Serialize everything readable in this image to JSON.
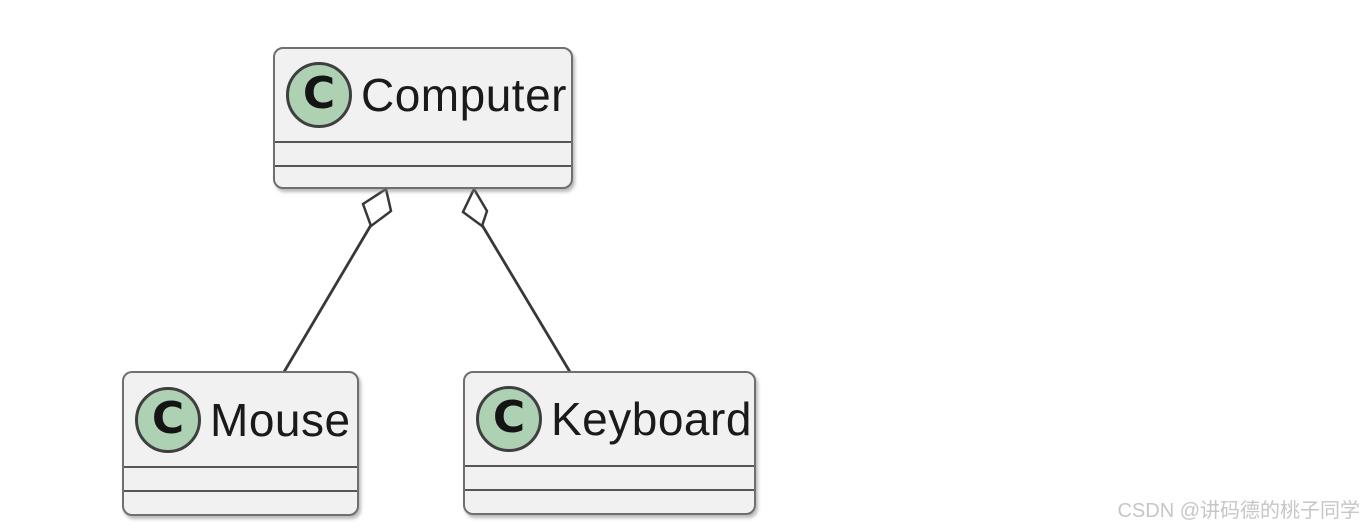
{
  "diagram": {
    "type": "uml-class-diagram",
    "classes": [
      {
        "id": "computer",
        "name": "Computer",
        "icon_letter": "C",
        "stereotype": "class",
        "fields": [],
        "methods": []
      },
      {
        "id": "mouse",
        "name": "Mouse",
        "icon_letter": "C",
        "stereotype": "class",
        "fields": [],
        "methods": []
      },
      {
        "id": "keyboard",
        "name": "Keyboard",
        "icon_letter": "C",
        "stereotype": "class",
        "fields": [],
        "methods": []
      }
    ],
    "relationships": [
      {
        "from": "Computer",
        "to": "Mouse",
        "type": "aggregation",
        "diamond": "hollow",
        "diamond_at": "Computer"
      },
      {
        "from": "Computer",
        "to": "Keyboard",
        "type": "aggregation",
        "diamond": "hollow",
        "diamond_at": "Computer"
      }
    ],
    "colors": {
      "class_fill": "#f1f1f1",
      "class_border": "#6f6f6f",
      "circle_fill": "#add1b2",
      "circle_border": "#3f3f3f",
      "line_color": "#383838",
      "title_color": "#1a1a1a",
      "background": "#ffffff"
    }
  },
  "watermark": {
    "text": "CSDN @讲码德的桃子同学",
    "color": "#c6c6c6"
  }
}
